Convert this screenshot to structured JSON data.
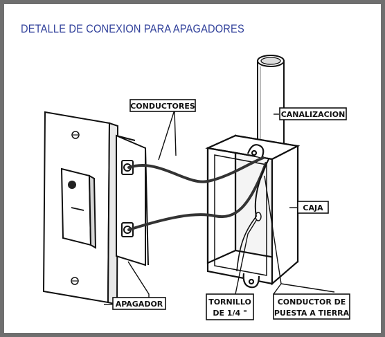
{
  "title": "DETALLE DE CONEXION PARA APAGADORES",
  "labels": {
    "conductores": "CONDUCTORES",
    "canalizacion": "CANALIZACION",
    "caja": "CAJA",
    "apagador": "APAGADOR",
    "tornillo_line1": "TORNILLO",
    "tornillo_line2": "DE 1/4 \"",
    "conductor_line1": "CONDUCTOR DE",
    "conductor_line2": "PUESTA A TIERRA"
  },
  "colors": {
    "title": "#2f3f9a",
    "frame": "#6f6f6f",
    "ink": "#111111",
    "wire": "#333333"
  }
}
